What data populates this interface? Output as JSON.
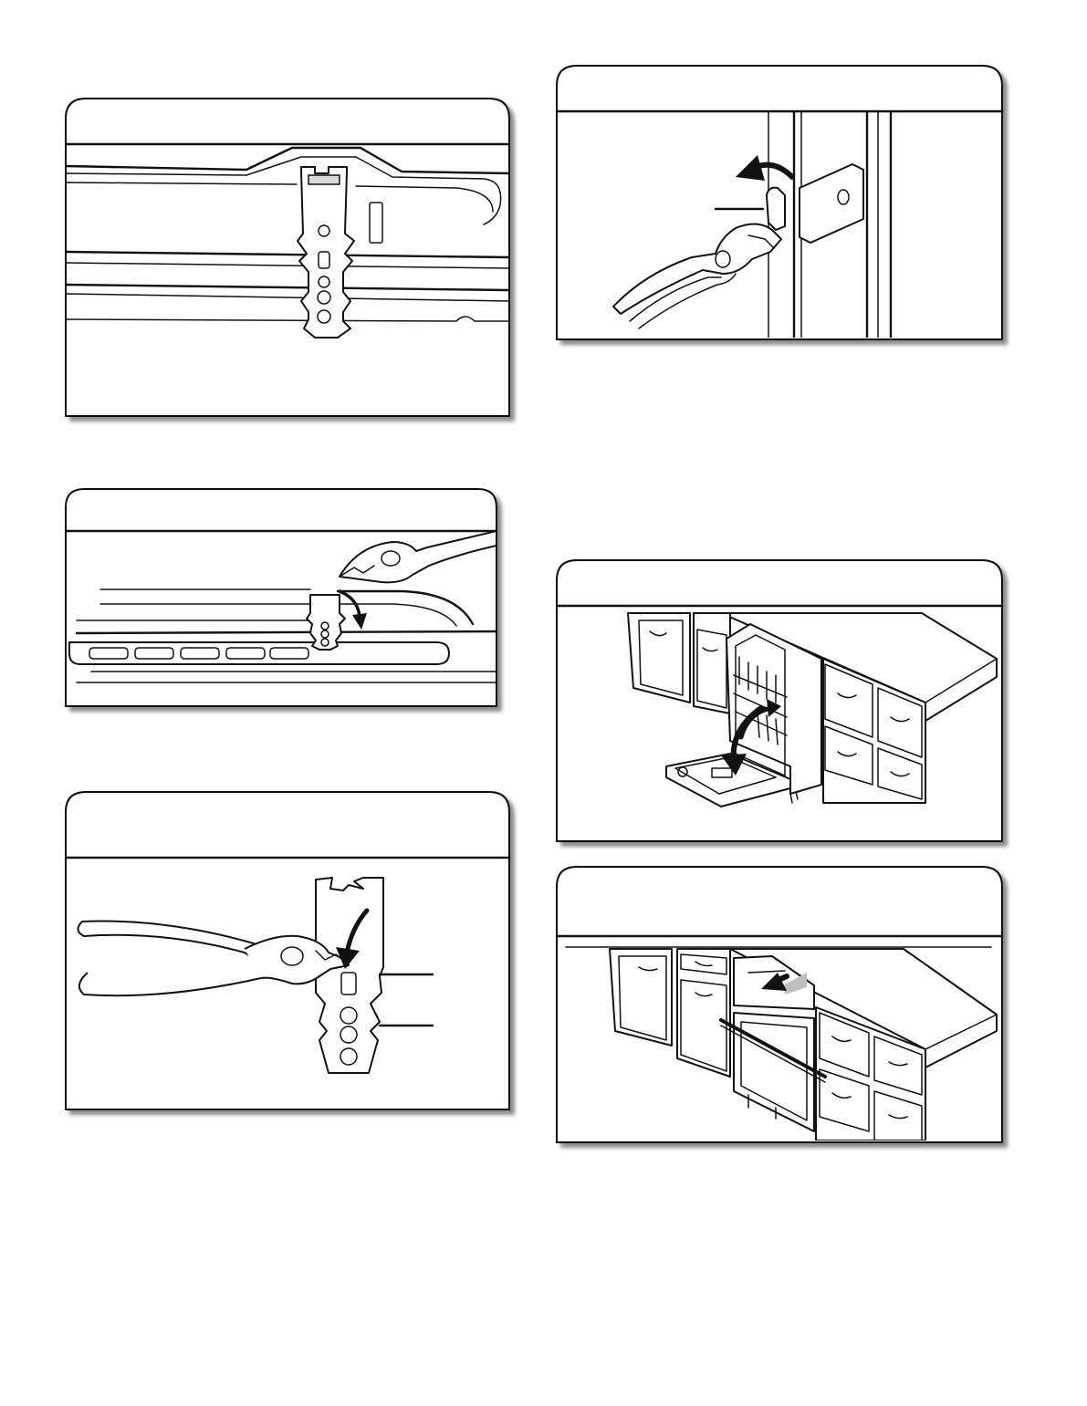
{
  "page": {
    "background": "#ffffff",
    "ink": "#111111",
    "frame_shadow": "#8c8c8c"
  },
  "figures": [
    {
      "id": "bracket-on-frame",
      "icons": [
        "mounting-bracket-icon",
        "dishwasher-frame-icon"
      ]
    },
    {
      "id": "bend-bracket-top",
      "icons": [
        "pliers-icon",
        "curved-arrow-down-icon"
      ]
    },
    {
      "id": "bend-bracket-closeup",
      "icons": [
        "pliers-icon",
        "curved-arrow-down-icon",
        "callout-line"
      ]
    },
    {
      "id": "bend-side-bracket",
      "icons": [
        "pliers-icon",
        "curved-arrow-left-icon",
        "callout-line"
      ]
    },
    {
      "id": "open-door-check",
      "icons": [
        "dishwasher-open-door-icon",
        "curved-arrow-icon",
        "cabinets-icon"
      ]
    },
    {
      "id": "slide-into-opening",
      "icons": [
        "dishwasher-closed-icon",
        "straight-arrow-left-icon",
        "cabinets-icon"
      ]
    }
  ]
}
